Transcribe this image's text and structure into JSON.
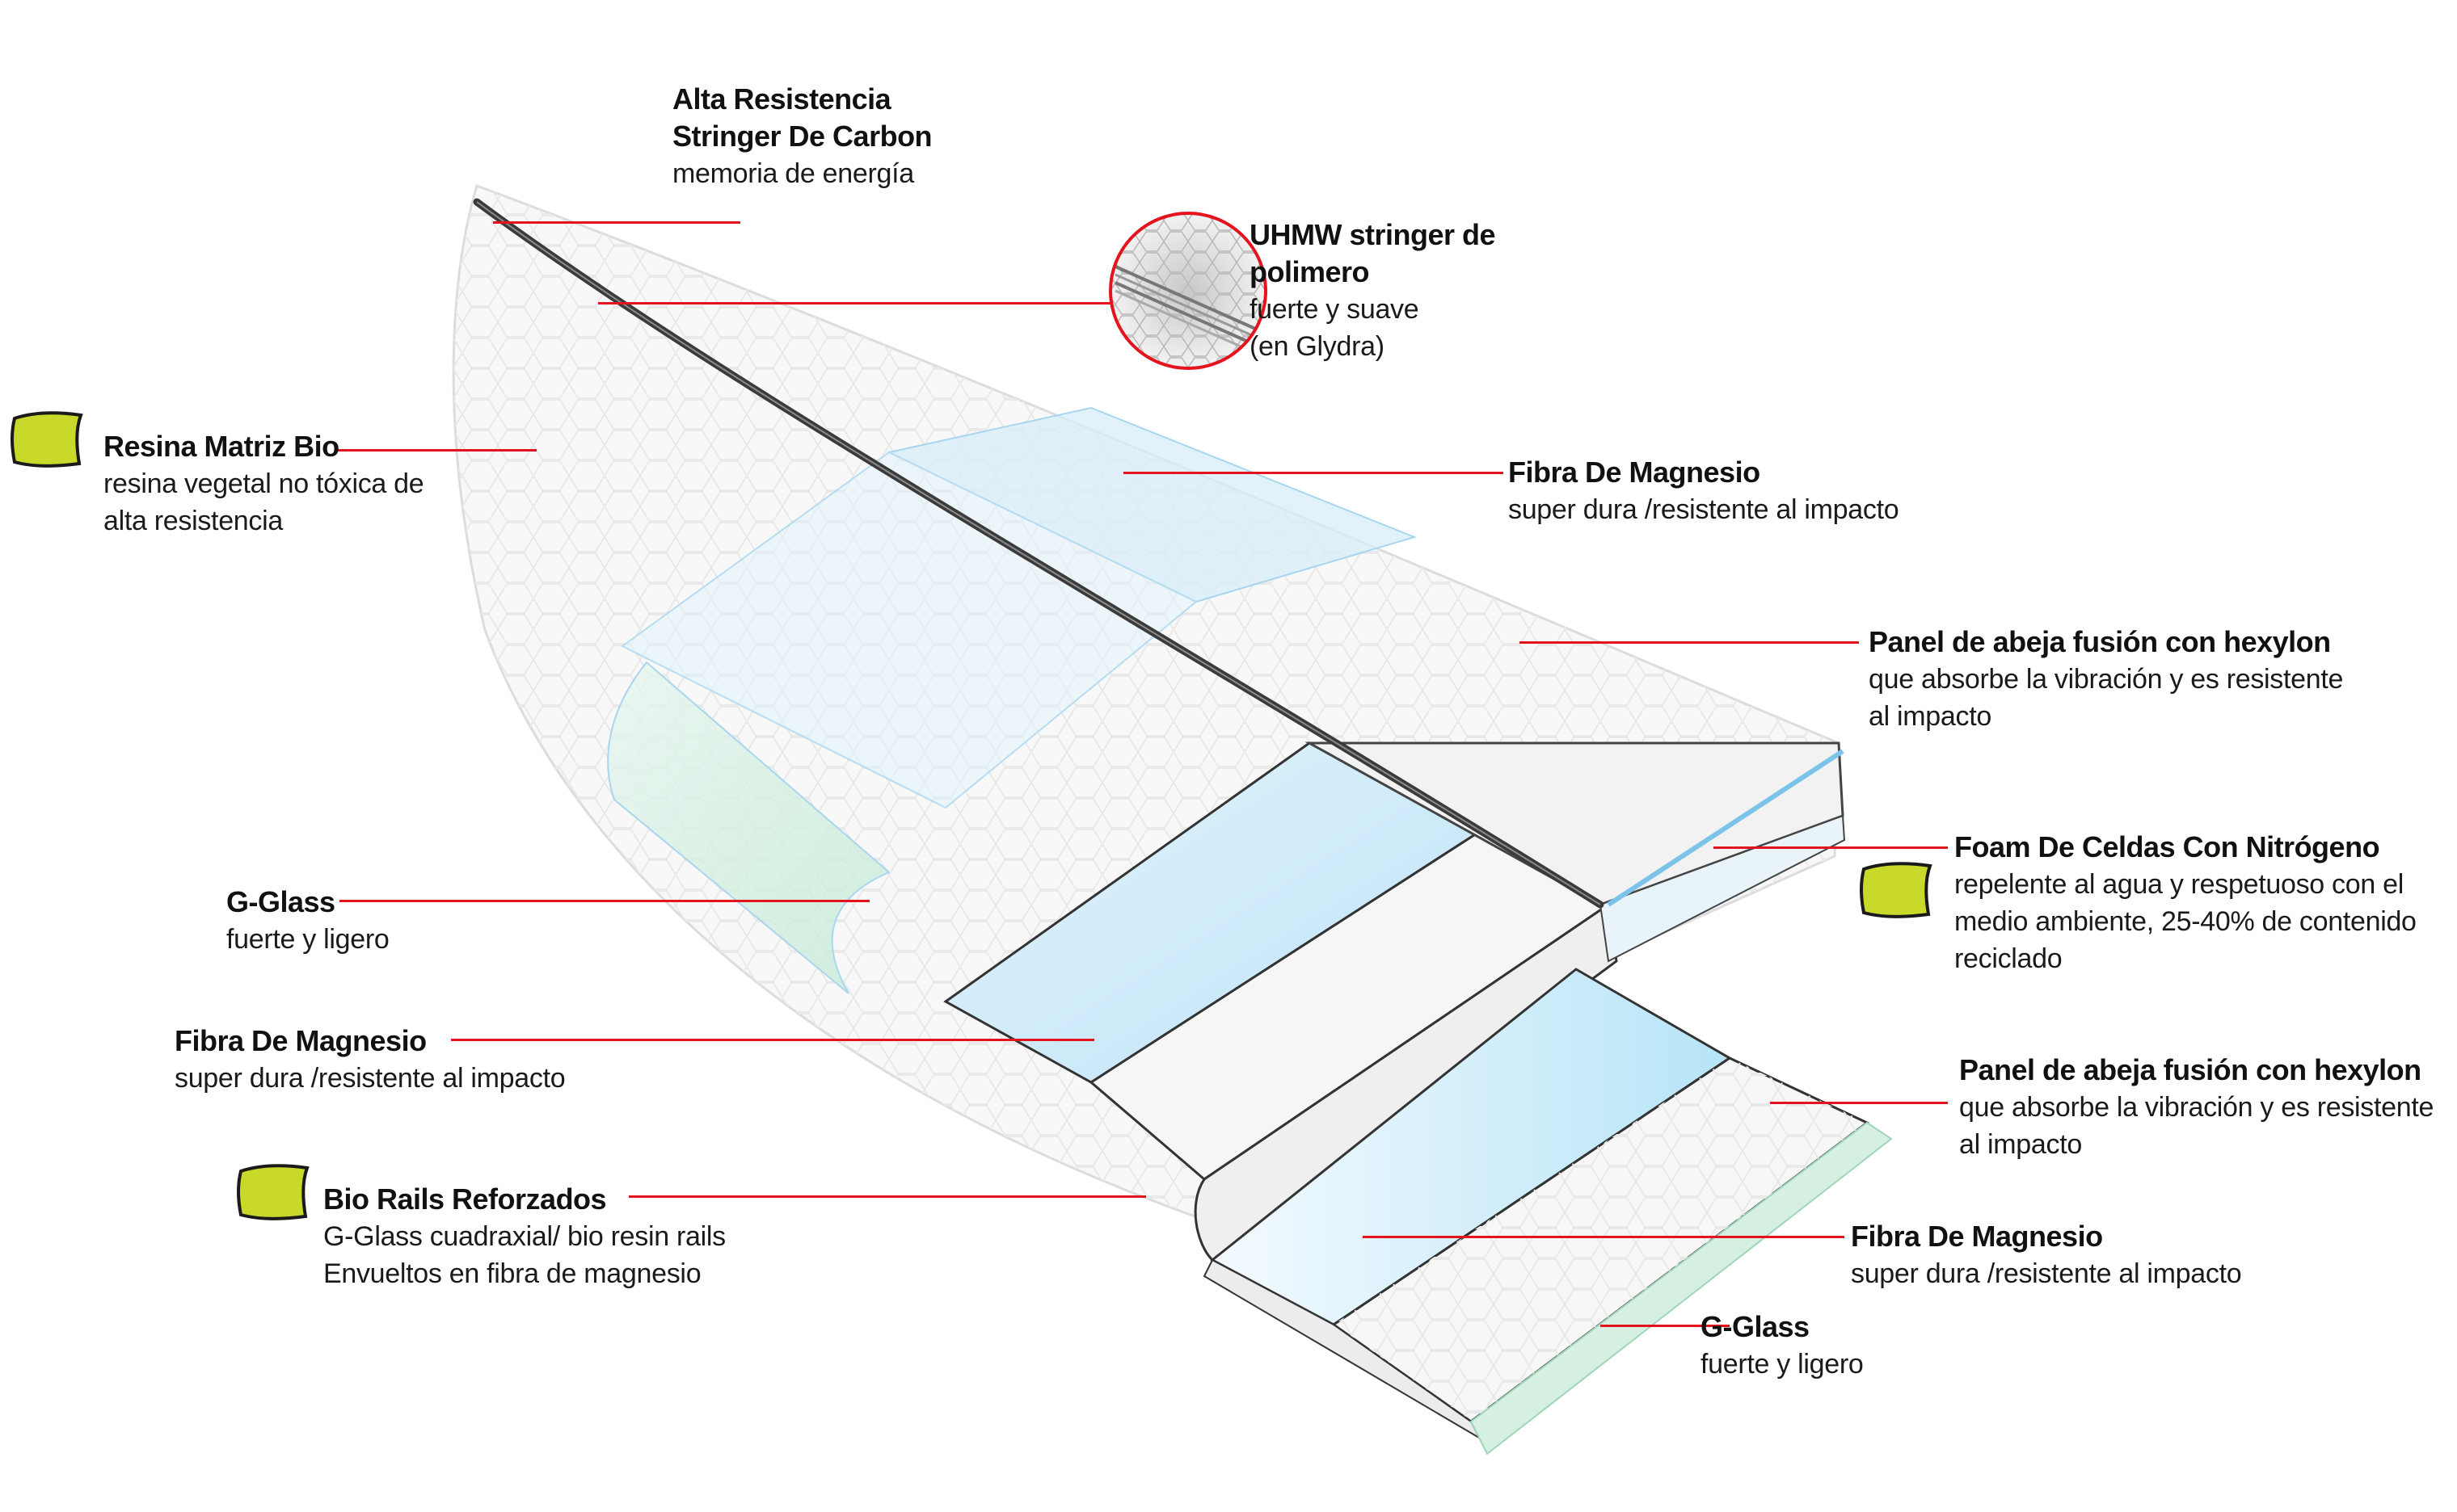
{
  "labels": {
    "carbon_stringer": {
      "title1": "Alta Resistencia",
      "title2": "Stringer De Carbon",
      "desc": "memoria de energía"
    },
    "uhmw_stringer": {
      "title1": "UHMW stringer de",
      "title2": "polimero",
      "desc1": "fuerte y suave",
      "desc2": "(en Glydra)"
    },
    "bio_resin": {
      "title": "Resina Matriz Bio",
      "desc1": "resina vegetal no tóxica de",
      "desc2": "alta resistencia"
    },
    "magnesium_top": {
      "title": "Fibra De Magnesio",
      "desc": "super dura /resistente al impacto"
    },
    "honeycomb_top": {
      "title": "Panel de abeja fusión con hexylon",
      "desc1": "que absorbe la vibración y es resistente",
      "desc2": "al impacto"
    },
    "foam": {
      "title": "Foam De Celdas Con Nitrógeno",
      "desc1": "repelente al agua y respetuoso con el",
      "desc2": "medio ambiente, 25-40% de contenido",
      "desc3": "reciclado"
    },
    "g_glass_left": {
      "title": "G-Glass",
      "desc": "fuerte y ligero"
    },
    "magnesium_left": {
      "title": "Fibra De Magnesio",
      "desc": "super dura /resistente al impacto"
    },
    "honeycomb_bottom": {
      "title": "Panel de abeja fusión con hexylon",
      "desc1": "que absorbe la vibración y es resistente",
      "desc2": "al impacto"
    },
    "bio_rails": {
      "title": "Bio Rails Reforzados",
      "desc1": "G-Glass cuadraxial/ bio resin rails",
      "desc2": "Envueltos en fibra de magnesio"
    },
    "magnesium_bottom": {
      "title": "Fibra De Magnesio",
      "desc": "super dura /resistente al impacto"
    },
    "g_glass_bottom": {
      "title": "G-Glass",
      "desc": "fuerte y ligero"
    }
  },
  "icons": {
    "eco_leaf": "eco-leaf-icon",
    "zoom_inset": "magnifier-inset"
  },
  "colors": {
    "leader_line": "#e3141e",
    "eco_leaf": "#c8d92a",
    "magnesium_fiber": "#bfe3f7",
    "g_glass": "#cdeedd",
    "carbon_stringer": "#3a3a3a"
  }
}
